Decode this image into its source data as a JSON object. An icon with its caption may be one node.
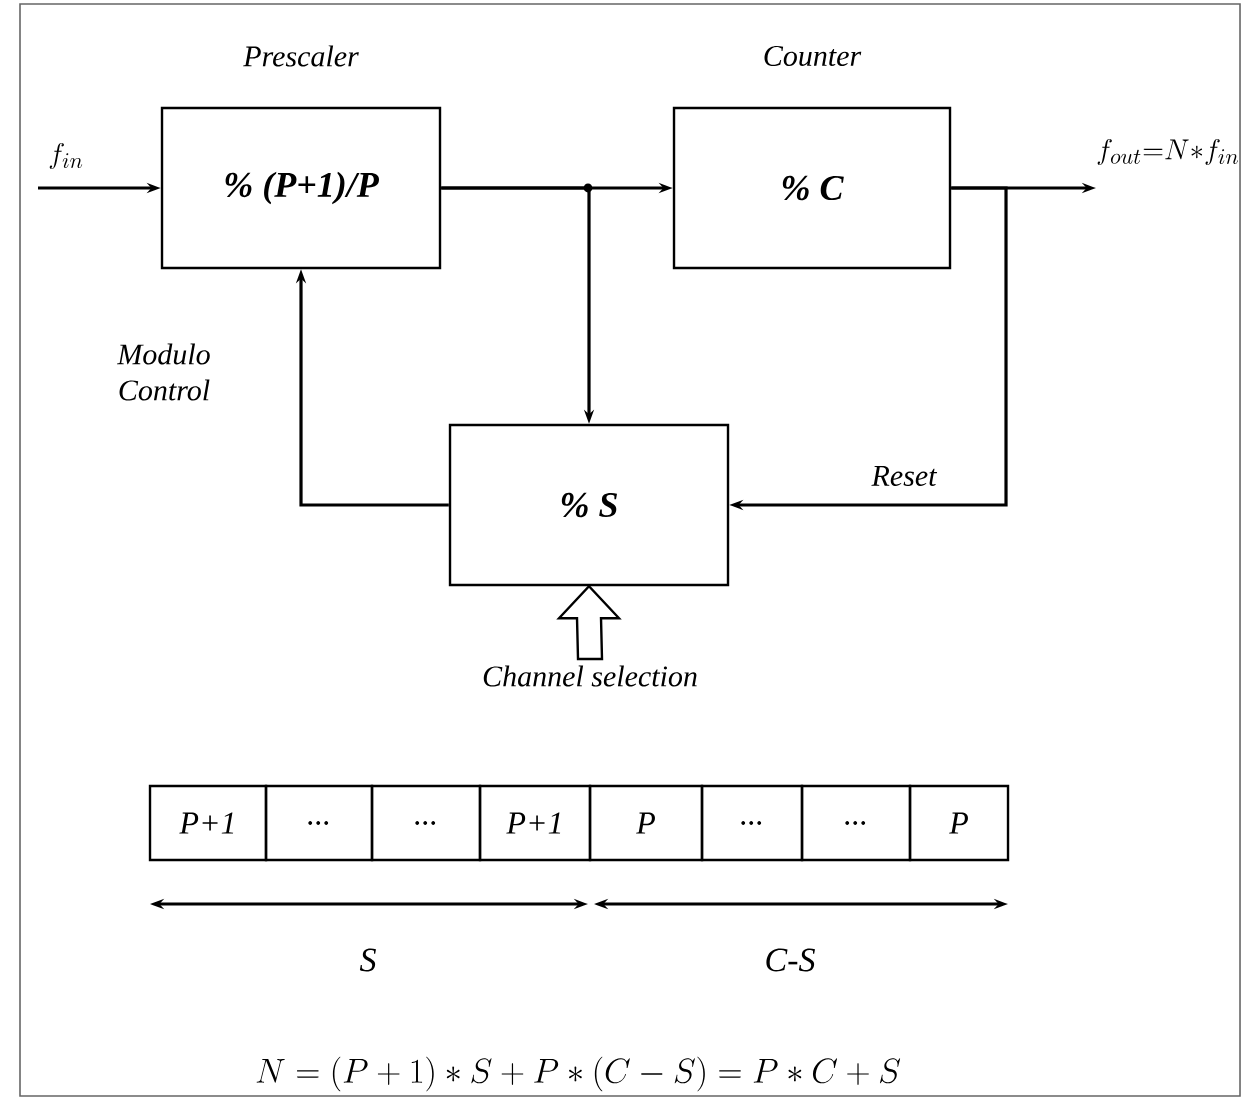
{
  "diagram": {
    "nodes": [
      {
        "text": [
          "Prescaler",
          "% (P+1)/P"
        ]
      },
      {
        "text": [
          "Counter",
          "% C"
        ]
      },
      {
        "text": [
          "% S"
        ]
      },
      {
        "text": [
          "Channel selection"
        ]
      }
    ],
    "edges": [
      {
        "from": null,
        "to": 0,
        "arrow": "to",
        "label": "f_{in}"
      },
      {
        "from": 0,
        "to": 1,
        "arrow": "to"
      },
      {
        "from": 0,
        "to": 2,
        "arrow": "to"
      },
      {
        "from": 1,
        "to": null,
        "arrow": "to",
        "label": "f_{out}{=}N{*}f_{in}"
      },
      {
        "from": 1,
        "to": 2,
        "arrow": "to",
        "label": "Reset"
      },
      {
        "from": 2,
        "to": 0,
        "arrow": "to",
        "label": "Modulo Control"
      },
      {
        "from": 3,
        "to": 2,
        "arrow": "to"
      }
    ],
    "labels": [
      "P+1",
      "...",
      "...",
      "P+1",
      "P",
      "...",
      "...",
      "P",
      "S",
      "C-S",
      "N = (P+1)*S+P*(C-S) = P*C+S"
    ]
  }
}
